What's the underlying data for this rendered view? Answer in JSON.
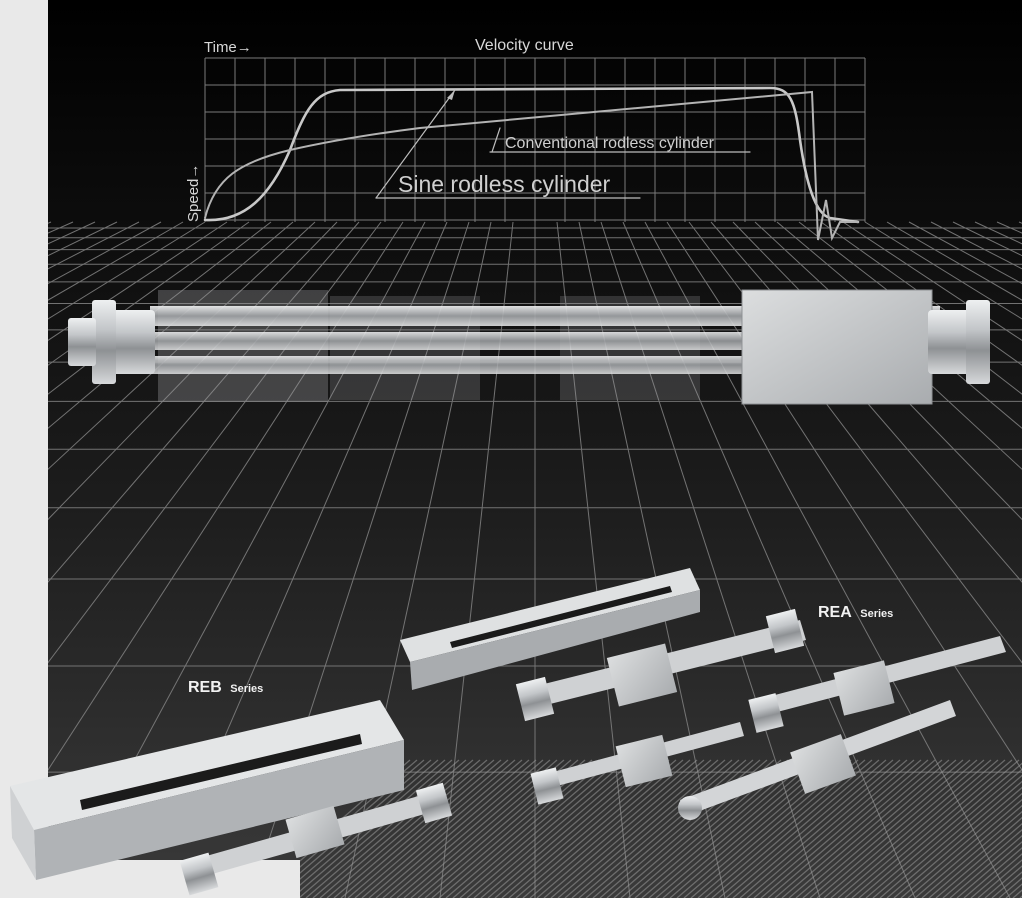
{
  "chart": {
    "title": "Velocity curve",
    "x_axis_label": "Time→",
    "y_axis_label": "Speed→",
    "annotations": {
      "conventional": "Conventional rodless cylinder",
      "sine": "Sine rodless cylinder"
    }
  },
  "products": {
    "rea": {
      "name": "REA",
      "suffix": "Series"
    },
    "reb": {
      "name": "REB",
      "suffix": "Series"
    }
  },
  "colors": {
    "background_dark": "#0d0d0d",
    "panel_light": "#e9e9e9",
    "curve": "#b9b9b9",
    "grid": "#8a8a8a",
    "metal": "#c9cbcd"
  }
}
